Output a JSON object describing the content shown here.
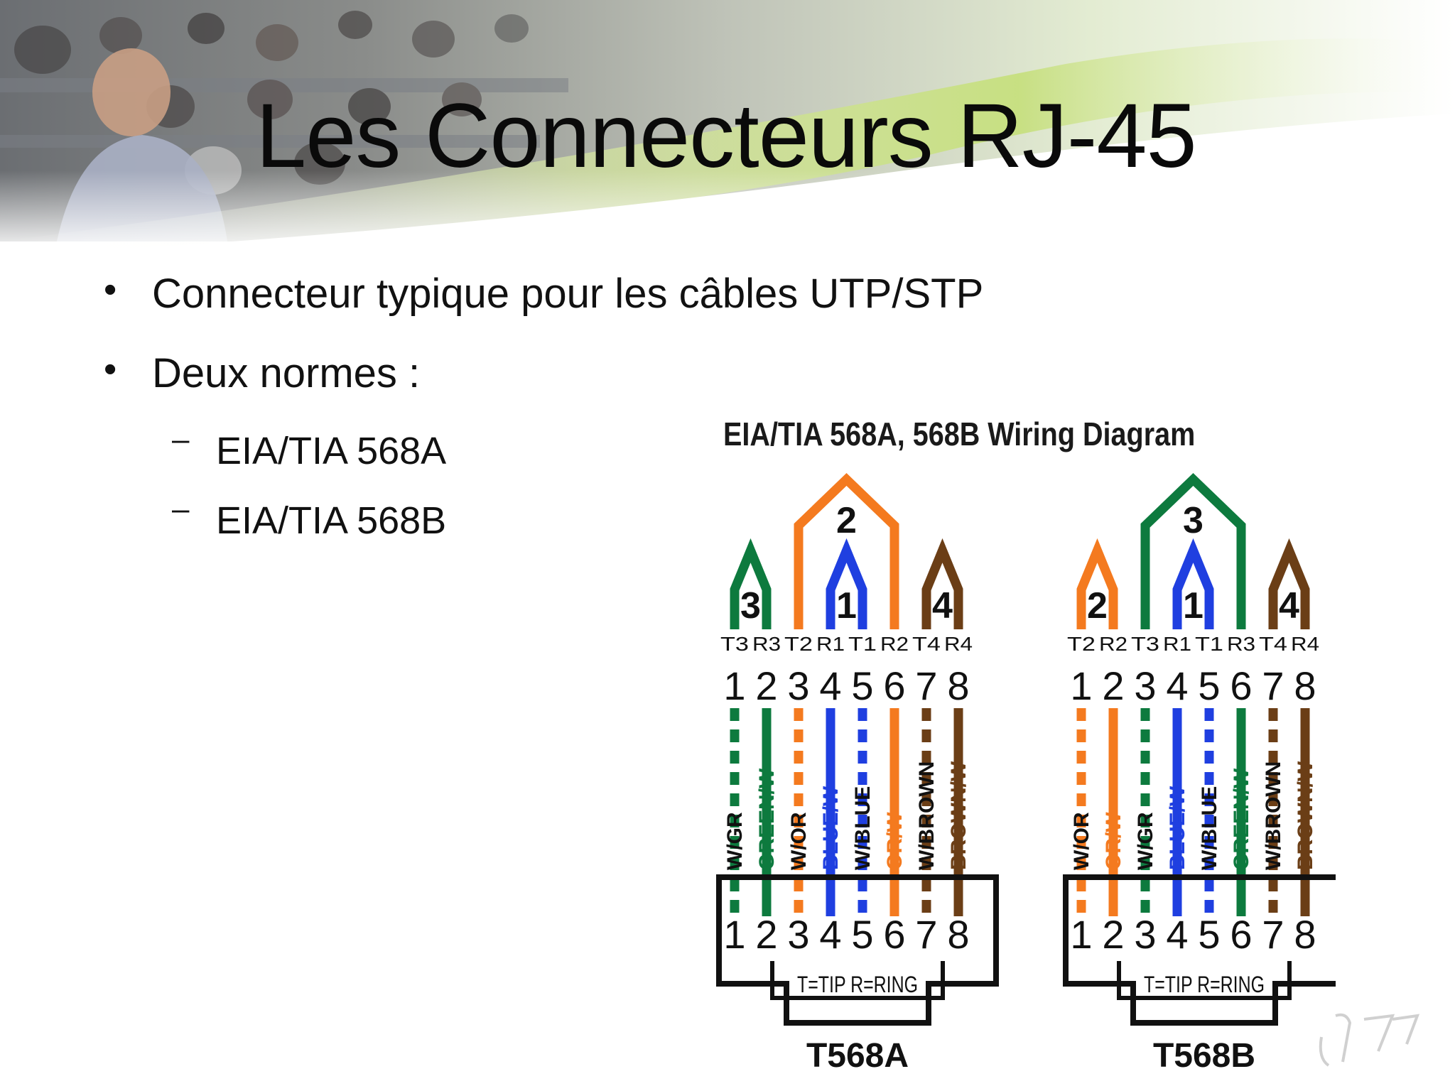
{
  "slide": {
    "title": "Les Connecteurs RJ-45",
    "bullets": [
      "Connecteur typique pour les câbles UTP/STP",
      "Deux normes :"
    ],
    "sub_bullets": [
      "EIA/TIA 568A",
      "EIA/TIA 568B"
    ],
    "bullet_glyph": "•",
    "sub_glyph": "–"
  },
  "diagram": {
    "title": "EIA/TIA 568A, 568B Wiring Diagram",
    "legend": "T=TIP R=RING",
    "pin_numbers": [
      "1",
      "2",
      "3",
      "4",
      "5",
      "6",
      "7",
      "8"
    ],
    "colors": {
      "green": "#0d7a3e",
      "orange": "#f47a1f",
      "blue": "#1f3fe0",
      "brown": "#6b3e16"
    },
    "standards": [
      {
        "name": "T568A",
        "pairs": [
          {
            "label": "3",
            "color": "green"
          },
          {
            "label": "2",
            "color": "orange"
          },
          {
            "label": "1",
            "color": "blue"
          },
          {
            "label": "4",
            "color": "brown"
          }
        ],
        "tip_ring": [
          "T3",
          "R3",
          "T2",
          "R1",
          "T1",
          "R2",
          "T4",
          "R4"
        ],
        "wires": [
          {
            "label": "W/GR",
            "color": "green",
            "striped": true
          },
          {
            "label": "GREEN/W",
            "color": "green",
            "striped": false
          },
          {
            "label": "W/OR",
            "color": "orange",
            "striped": true
          },
          {
            "label": "BLUE/W",
            "color": "blue",
            "striped": false
          },
          {
            "label": "W/BLUE",
            "color": "blue",
            "striped": true
          },
          {
            "label": "OR/W",
            "color": "orange",
            "striped": false
          },
          {
            "label": "W/BROWN",
            "color": "brown",
            "striped": true
          },
          {
            "label": "BROWN/W",
            "color": "brown",
            "striped": false
          }
        ]
      },
      {
        "name": "T568B",
        "pairs": [
          {
            "label": "2",
            "color": "orange"
          },
          {
            "label": "3",
            "color": "green"
          },
          {
            "label": "1",
            "color": "blue"
          },
          {
            "label": "4",
            "color": "brown"
          }
        ],
        "tip_ring": [
          "T2",
          "R2",
          "T3",
          "R1",
          "T1",
          "R3",
          "T4",
          "R4"
        ],
        "wires": [
          {
            "label": "W/OR",
            "color": "orange",
            "striped": true
          },
          {
            "label": "OR/W",
            "color": "orange",
            "striped": false
          },
          {
            "label": "W/GR",
            "color": "green",
            "striped": true
          },
          {
            "label": "BLUE/W",
            "color": "blue",
            "striped": false
          },
          {
            "label": "W/BLUE",
            "color": "blue",
            "striped": true
          },
          {
            "label": "GREEN/W",
            "color": "green",
            "striped": false
          },
          {
            "label": "W/BROWN",
            "color": "brown",
            "striped": true
          },
          {
            "label": "BROWN/W",
            "color": "brown",
            "striped": false
          }
        ]
      }
    ]
  }
}
